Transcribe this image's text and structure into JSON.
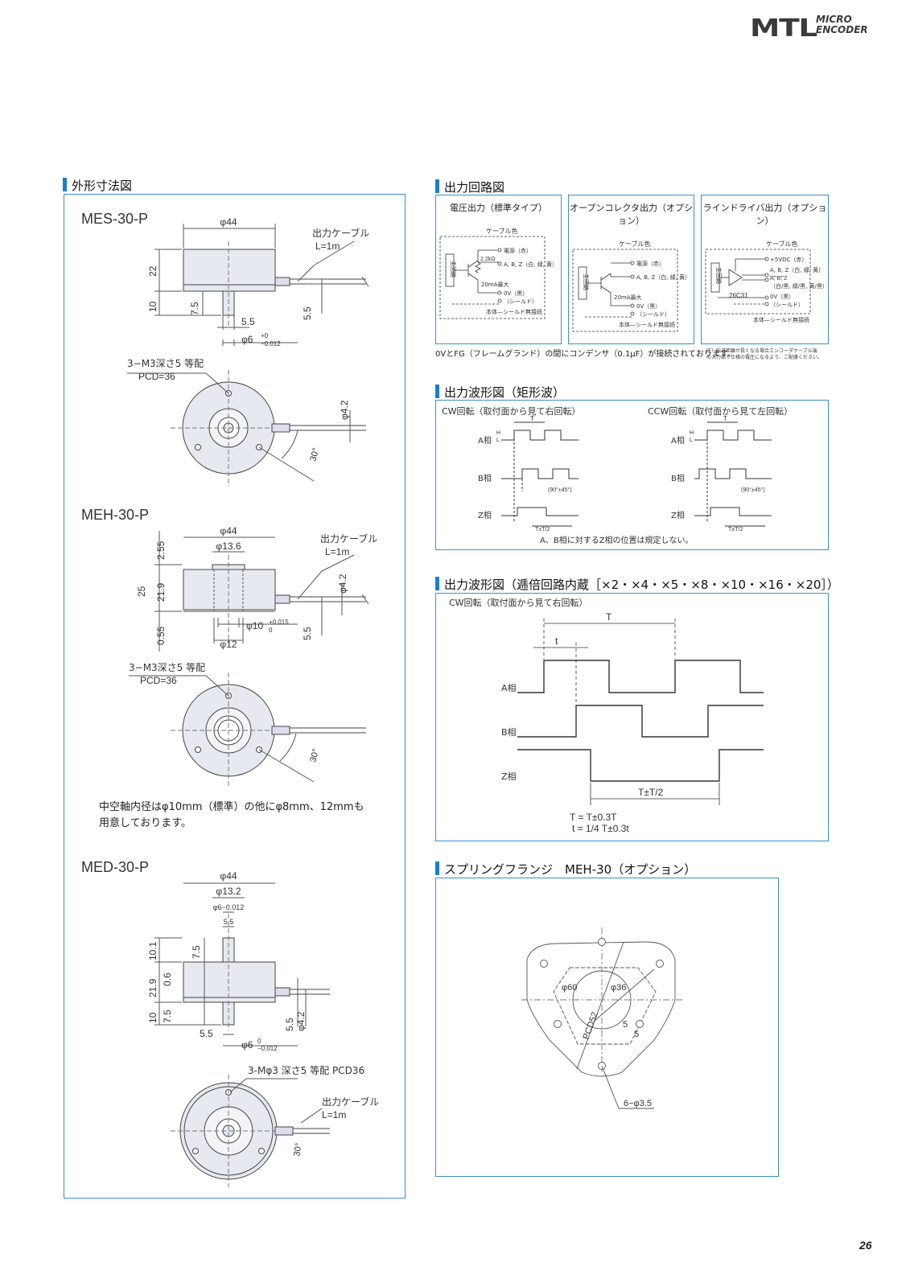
{
  "brand": {
    "logo_mark": "MTL",
    "logo_line1": "MICRO",
    "logo_line2": "ENCODER"
  },
  "page_number": "26",
  "dimensions": {
    "title": "外形寸法図",
    "mes": {
      "model": "MES-30-P",
      "labels": {
        "d44": "φ44",
        "cable": "出力ケーブル",
        "cable_len": "L=1m",
        "h22": "22",
        "h10": "10",
        "h75": "7.5",
        "w55": "5.5",
        "v55": "5.5",
        "shaft": "φ6",
        "tol_up": "+0",
        "tol_dn": "−0.012",
        "mount1": "3−M3深さ5 等配",
        "mount2": "PCD=36",
        "cable_d": "φ4.2",
        "angle": "30°"
      }
    },
    "meh": {
      "model": "MEH-30-P",
      "labels": {
        "d44": "φ44",
        "d136": "φ13.6",
        "cable": "出力ケーブル",
        "cable_len": "L=1m",
        "h255": "2.55",
        "h25": "25",
        "h219": "21.9",
        "h055": "0.55",
        "cable_d": "φ4.2",
        "bore": "φ10",
        "tol_up": "+0.015",
        "tol_dn": "0",
        "v55": "5.5",
        "d12": "φ12",
        "mount1": "3−M3深さ5 等配",
        "mount2": "PCD=36",
        "angle": "30°"
      },
      "note_line1": "中空軸内径はφ10mm（標準）の他にφ8mm、12mmも",
      "note_line2": "用意しております。"
    },
    "med": {
      "model": "MED-30-P",
      "labels": {
        "d44": "φ44",
        "d132": "φ13.2",
        "d6top": "φ6−0.012",
        "w55top": "5.5",
        "h101": "10.1",
        "h75a": "7.5",
        "h219": "21.9",
        "h06": "0.6",
        "h10": "10",
        "h75b": "7.5",
        "v55": "5.5",
        "cable_d": "φ4.2",
        "w55": "5.5",
        "shaft": "φ6",
        "tol_up": "0",
        "tol_dn": "−0.012",
        "mount": "3-Mφ3 深さ5 等配 PCD36",
        "cable": "出力ケーブル",
        "cable_len": "L=1m",
        "angle": "30°"
      }
    }
  },
  "circuits": {
    "title": "出力回路図",
    "note": "0VとFG（フレームグランド）の間にコンデンサ（0.1μF）が接続されております。",
    "boxes": [
      {
        "title": "電圧出力（標準タイプ）",
        "cable_color": "ケーブル色",
        "main_circuit": "主回路",
        "resistor": "2.2kΩ",
        "lines": [
          "電源（赤）",
          "A, B, Z（白, 緑, 黄）",
          "20mA最大",
          "0V（黒）",
          "（シールド）"
        ],
        "footer": "本体—シールド無接続"
      },
      {
        "title": "オープンコレクタ出力（オプション）",
        "cable_color": "ケーブル色",
        "main_circuit": "主回路",
        "lines": [
          "電源（赤）",
          "A, B, Z（白, 緑, 黄）",
          "20mA最大",
          "0V（黒）",
          "（シールド）"
        ],
        "footer": "本体—シールド無接続"
      },
      {
        "title": "ラインドライバ出力（オプション）",
        "cable_color": "ケーブル色",
        "main_circuit": "主回路",
        "ic": "26C31",
        "lines": [
          "+5VDC（赤）",
          "A, B, Z（白, 緑, 黄）",
          "A, B, Z",
          "（白/黒, 緑/黒, 黄/黒）",
          "0V（黒）",
          "（シールド）"
        ],
        "footer": "本体—シールド無接続",
        "footnote1": "注）伝送距離が長くなる場合エンコーダケーブル端",
        "footnote2": "の入力部で仕様の電圧になるよう、ご配慮ください。"
      }
    ]
  },
  "waveform": {
    "title": "出力波形図（矩形波）",
    "cw_title": "CW回転（取付面から見て右回転）",
    "ccw_title": "CCW回転（取付面から見て左回転）",
    "phase_a": "A相",
    "phase_b": "B相",
    "phase_z": "Z相",
    "high": "H",
    "low": "L",
    "period": "T",
    "phase_diff": "(90°±45°)",
    "z_width": "T±T/2",
    "note": "A、B相に対するZ相の位置は規定しない。"
  },
  "multiplied": {
    "title": "出力波形図（逓倍回路内蔵［×2・×4・×5・×8・×10・×16・×20］）",
    "cw_title": "CW回転（取付面から見て右回転）",
    "phase_a": "A相",
    "phase_b": "B相",
    "phase_z": "Z相",
    "period": "T",
    "t_small": "t",
    "z_width": "T±T/2",
    "eq1": "T = T±0.3T",
    "eq2": "t = 1/4 T±0.3t"
  },
  "flange": {
    "title": "スプリングフランジ　MEH-30（オプション）",
    "d60": "φ60",
    "d36": "φ36",
    "pcd": "PCD52",
    "five1": "5",
    "five2": "5",
    "holes": "6−φ3.5"
  }
}
